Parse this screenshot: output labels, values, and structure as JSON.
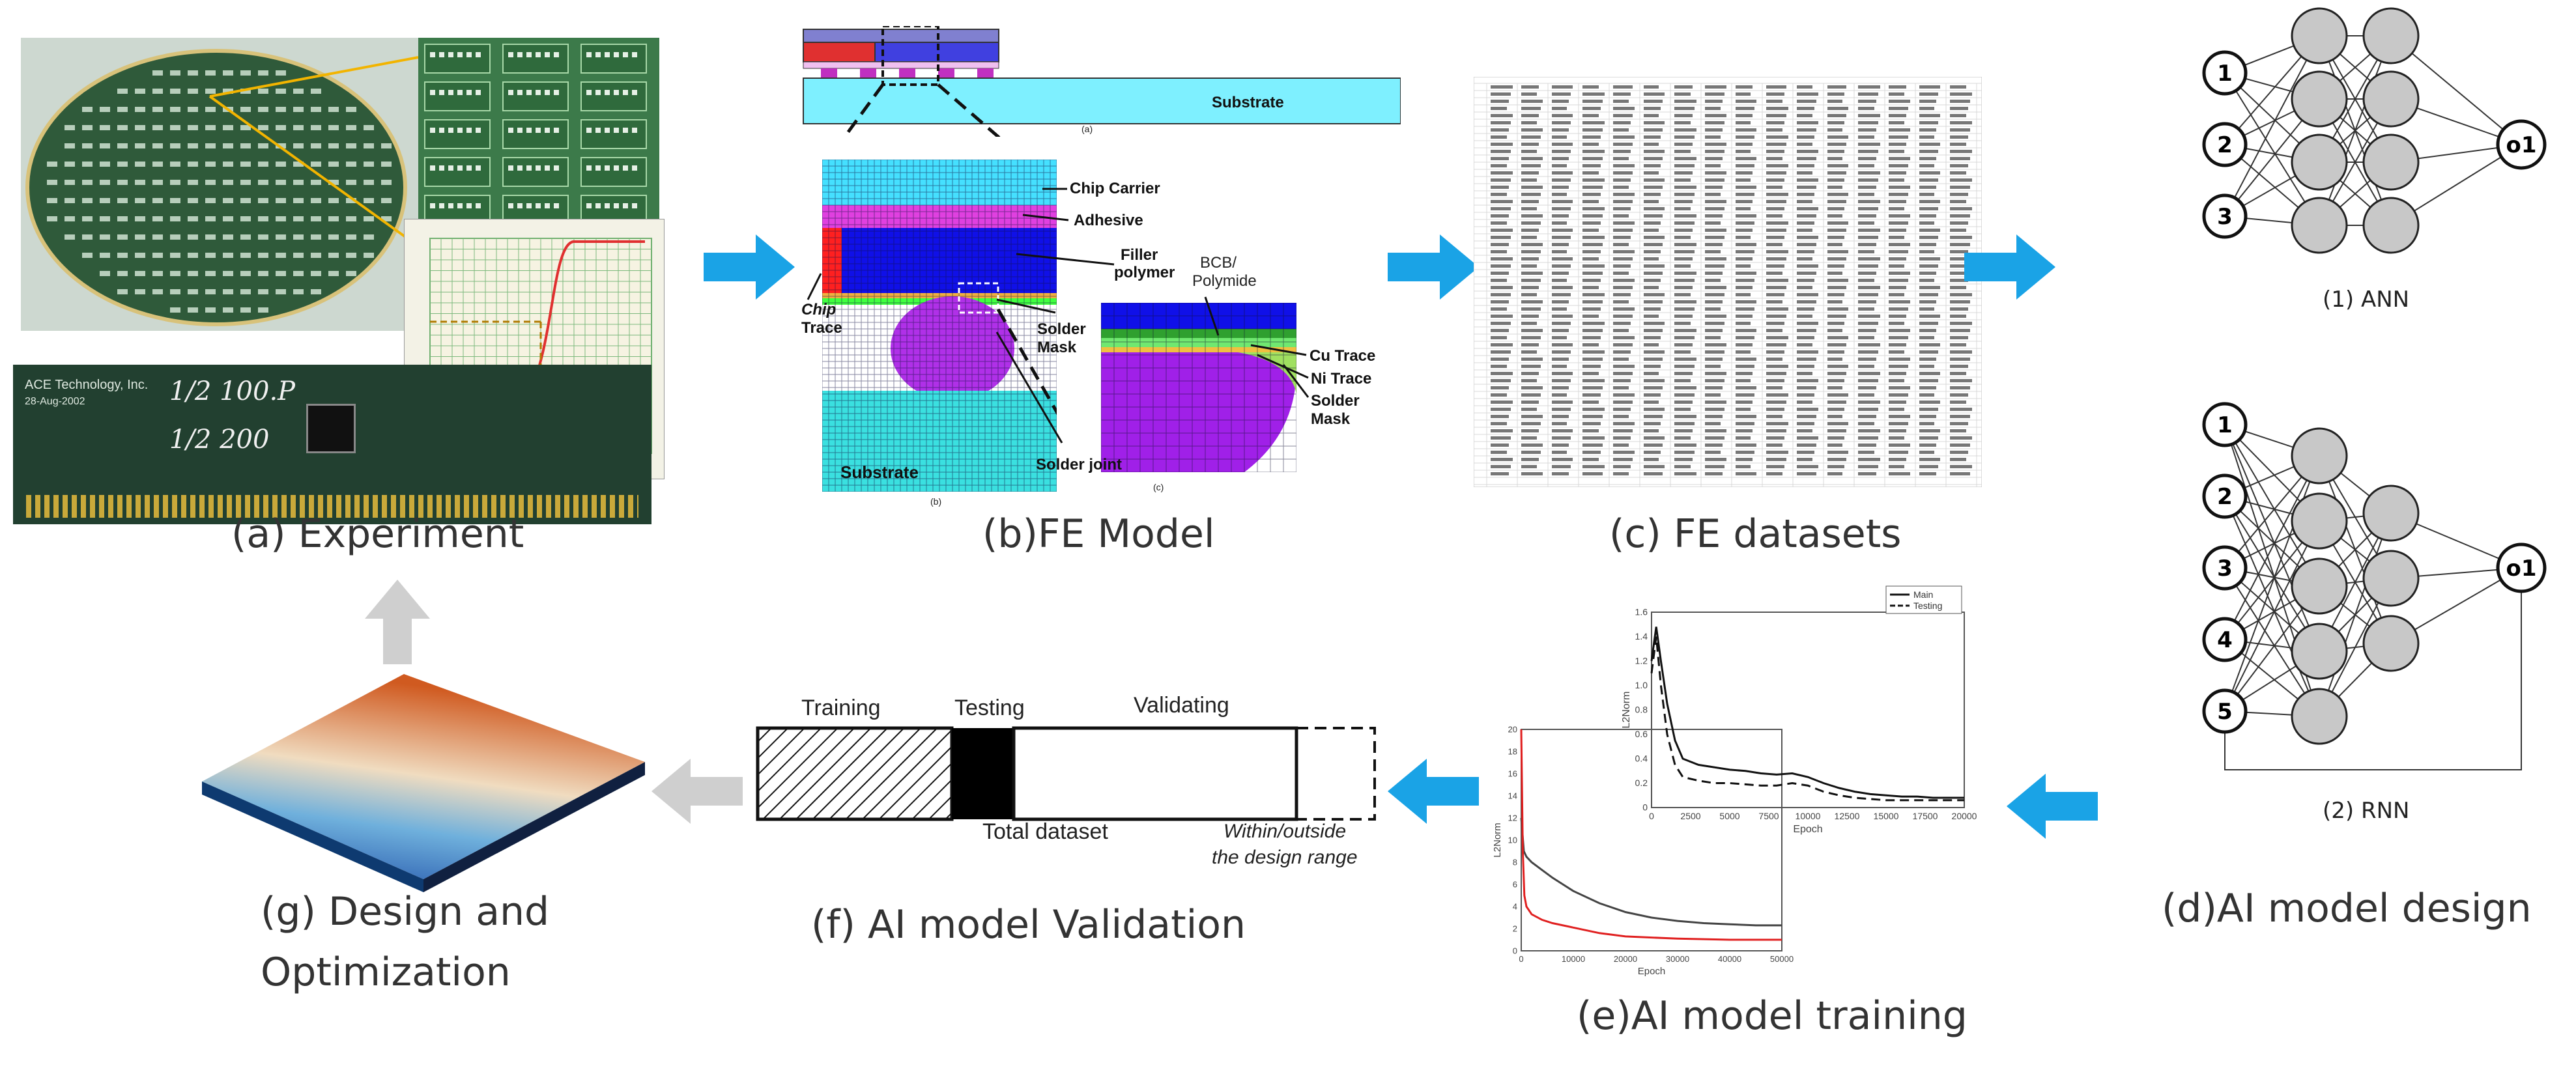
{
  "captions": {
    "a": "(a) Experiment",
    "b": "(b)FE Model",
    "c": "(c) FE datasets",
    "d": "(d)AI model design",
    "e": "(e)AI model training",
    "f": "(f) AI model Validation",
    "g1": "(g) Design and",
    "g2": "Optimization"
  },
  "experiment": {
    "board_label_1": "ACE Technology, Inc.",
    "board_label_2": "28-Aug-2002",
    "handwriting_1": "1/2 100.P",
    "handwriting_2": "1/2 200"
  },
  "fe_model": {
    "substrate_top": "Substrate",
    "substrate_bottom": "Substrate",
    "chip_carrier": "Chip Carrier",
    "adhesive": "Adhesive",
    "filler_polymer_1": "Filler",
    "filler_polymer_2": "polymer",
    "bcb_1": "BCB/",
    "bcb_2": "Polymide",
    "chip_1": "Chip",
    "chip_2": "Trace",
    "solder_mask_1": "Solder",
    "solder_mask_2": "Mask",
    "cu_trace": "Cu Trace",
    "ni_trace": "Ni Trace",
    "solder_mask_b1": "Solder",
    "solder_mask_b2": "Mask",
    "solder_joint": "Solder joint",
    "sub_a": "(a)",
    "sub_b": "(b)",
    "sub_c": "(c)"
  },
  "networks": {
    "ann_label": "(1) ANN",
    "rnn_label": "(2) RNN",
    "ann_inputs": [
      "1",
      "2",
      "3"
    ],
    "rnn_inputs": [
      "1",
      "2",
      "3",
      "4",
      "5"
    ],
    "output": "o1"
  },
  "training_chart": {
    "inset_legend_main": "Main",
    "inset_legend_testing": "Testing",
    "inset_ylabel": "L2Norm",
    "inset_xlabel": "Epoch",
    "main_ylabel": "L2Norm",
    "main_xlabel": "Epoch"
  },
  "chart_data": [
    {
      "type": "line",
      "title": "",
      "xlabel": "Epoch",
      "ylabel": "L2Norm",
      "xlim": [
        0,
        20000
      ],
      "ylim": [
        0,
        1.6
      ],
      "x_ticks": [
        "0",
        "2500",
        "5000",
        "7500",
        "10000",
        "12500",
        "15000",
        "17500",
        "20000"
      ],
      "y_ticks": [
        "0",
        "0.2",
        "0.4",
        "0.6",
        "0.8",
        "1.0",
        "1.2",
        "1.4",
        "1.6"
      ],
      "legend": "top-right",
      "series": [
        {
          "name": "Main",
          "color": "#111111",
          "dash": false,
          "x": [
            0,
            300,
            600,
            1000,
            1500,
            2000,
            3000,
            4000,
            5000,
            6000,
            7000,
            8000,
            9000,
            10000,
            11000,
            12000,
            13000,
            14000,
            15000,
            16000,
            17000,
            18000,
            19000,
            20000
          ],
          "values": [
            1.2,
            1.48,
            1.2,
            0.85,
            0.55,
            0.4,
            0.35,
            0.33,
            0.31,
            0.3,
            0.28,
            0.27,
            0.28,
            0.25,
            0.2,
            0.16,
            0.13,
            0.11,
            0.1,
            0.09,
            0.09,
            0.08,
            0.08,
            0.08
          ]
        },
        {
          "name": "Testing",
          "color": "#111111",
          "dash": true,
          "x": [
            0,
            300,
            600,
            1000,
            1500,
            2000,
            3000,
            4000,
            5000,
            6000,
            7000,
            8000,
            9000,
            10000,
            11000,
            12000,
            13000,
            14000,
            15000,
            16000,
            17000,
            18000,
            19000,
            20000
          ],
          "values": [
            1.1,
            1.4,
            1.0,
            0.6,
            0.35,
            0.25,
            0.22,
            0.2,
            0.2,
            0.19,
            0.18,
            0.18,
            0.2,
            0.18,
            0.13,
            0.1,
            0.08,
            0.07,
            0.06,
            0.06,
            0.06,
            0.06,
            0.06,
            0.06
          ]
        }
      ]
    },
    {
      "type": "line",
      "title": "",
      "xlabel": "Epoch",
      "ylabel": "L2Norm",
      "xlim": [
        0,
        50000
      ],
      "ylim": [
        0,
        20
      ],
      "x_ticks": [
        "0",
        "10000",
        "20000",
        "30000",
        "40000",
        "50000"
      ],
      "y_ticks": [
        "0",
        "2",
        "4",
        "6",
        "8",
        "10",
        "12",
        "14",
        "16",
        "18",
        "20"
      ],
      "series": [
        {
          "color": "#444444",
          "x": [
            0,
            500,
            1000,
            2000,
            4000,
            6000,
            8000,
            10000,
            15000,
            20000,
            25000,
            30000,
            35000,
            40000,
            45000,
            50000
          ],
          "values": [
            12,
            9,
            8.5,
            8,
            7.3,
            6.6,
            6,
            5.4,
            4.3,
            3.5,
            3,
            2.7,
            2.5,
            2.4,
            2.3,
            2.3
          ]
        },
        {
          "color": "#e02020",
          "x": [
            0,
            300,
            600,
            1000,
            2000,
            4000,
            6000,
            10000,
            15000,
            20000,
            30000,
            40000,
            50000
          ],
          "values": [
            20,
            9,
            5,
            4,
            3.3,
            2.8,
            2.5,
            2.1,
            1.6,
            1.3,
            1.1,
            1.0,
            1.0
          ]
        }
      ]
    }
  ],
  "validation": {
    "training": "Training",
    "testing": "Testing",
    "validating": "Validating",
    "total": "Total dataset",
    "within_1": "Within/outside",
    "within_2": "the design range"
  },
  "colors": {
    "arrow_blue": "#1aa3e6",
    "arrow_gray": "#cfcfcf",
    "node_gray": "#c8c8c8"
  }
}
